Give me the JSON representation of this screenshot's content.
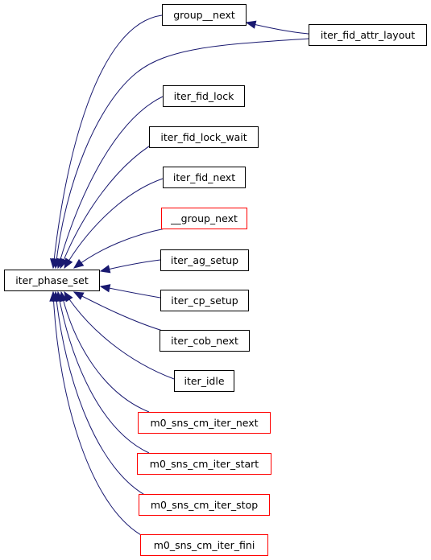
{
  "graph": {
    "edge_color": "#191970",
    "nodes": [
      {
        "id": "iter_phase_set",
        "label": "iter_phase_set",
        "fill": "#bfbfbf",
        "border": "#000000",
        "focus": true
      },
      {
        "id": "group__next",
        "label": "group__next",
        "fill": "#ffffff",
        "border": "#000000"
      },
      {
        "id": "iter_fid_attr_layout",
        "label": "iter_fid_attr_layout",
        "fill": "#ffffff",
        "border": "#000000"
      },
      {
        "id": "iter_fid_lock",
        "label": "iter_fid_lock",
        "fill": "#ffffff",
        "border": "#000000"
      },
      {
        "id": "iter_fid_lock_wait",
        "label": "iter_fid_lock_wait",
        "fill": "#ffffff",
        "border": "#000000"
      },
      {
        "id": "iter_fid_next",
        "label": "iter_fid_next",
        "fill": "#ffffff",
        "border": "#000000"
      },
      {
        "id": "__group_next",
        "label": "__group_next",
        "fill": "#ffffff",
        "border": "#ff0000"
      },
      {
        "id": "iter_ag_setup",
        "label": "iter_ag_setup",
        "fill": "#ffffff",
        "border": "#000000"
      },
      {
        "id": "iter_cp_setup",
        "label": "iter_cp_setup",
        "fill": "#ffffff",
        "border": "#000000"
      },
      {
        "id": "iter_cob_next",
        "label": "iter_cob_next",
        "fill": "#ffffff",
        "border": "#000000"
      },
      {
        "id": "iter_idle",
        "label": "iter_idle",
        "fill": "#ffffff",
        "border": "#000000"
      },
      {
        "id": "m0_sns_cm_iter_next",
        "label": "m0_sns_cm_iter_next",
        "fill": "#ffffff",
        "border": "#ff0000"
      },
      {
        "id": "m0_sns_cm_iter_start",
        "label": "m0_sns_cm_iter_start",
        "fill": "#ffffff",
        "border": "#ff0000"
      },
      {
        "id": "m0_sns_cm_iter_stop",
        "label": "m0_sns_cm_iter_stop",
        "fill": "#ffffff",
        "border": "#ff0000"
      },
      {
        "id": "m0_sns_cm_iter_fini",
        "label": "m0_sns_cm_iter_fini",
        "fill": "#ffffff",
        "border": "#ff0000"
      }
    ],
    "edges": [
      {
        "from": "iter_fid_attr_layout",
        "to": "group__next"
      },
      {
        "from": "group__next",
        "to": "iter_phase_set"
      },
      {
        "from": "iter_fid_attr_layout",
        "to": "iter_phase_set"
      },
      {
        "from": "iter_fid_lock",
        "to": "iter_phase_set"
      },
      {
        "from": "iter_fid_lock_wait",
        "to": "iter_phase_set"
      },
      {
        "from": "iter_fid_next",
        "to": "iter_phase_set"
      },
      {
        "from": "__group_next",
        "to": "iter_phase_set"
      },
      {
        "from": "iter_ag_setup",
        "to": "iter_phase_set"
      },
      {
        "from": "iter_cp_setup",
        "to": "iter_phase_set"
      },
      {
        "from": "iter_cob_next",
        "to": "iter_phase_set"
      },
      {
        "from": "iter_idle",
        "to": "iter_phase_set"
      },
      {
        "from": "m0_sns_cm_iter_next",
        "to": "iter_phase_set"
      },
      {
        "from": "m0_sns_cm_iter_start",
        "to": "iter_phase_set"
      },
      {
        "from": "m0_sns_cm_iter_stop",
        "to": "iter_phase_set"
      },
      {
        "from": "m0_sns_cm_iter_fini",
        "to": "iter_phase_set"
      }
    ]
  }
}
